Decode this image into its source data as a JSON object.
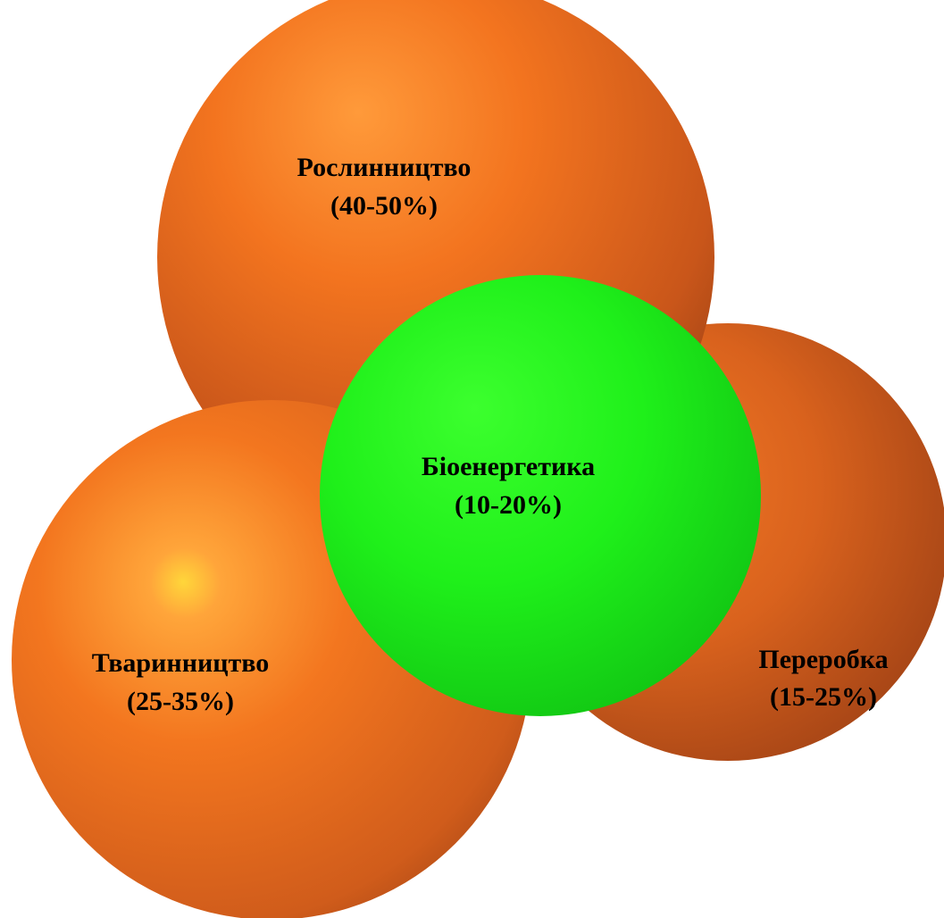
{
  "diagram": {
    "spheres": {
      "crop": {
        "name": "Рослинництво",
        "share": "(40-50%)",
        "color": "#f26d1f"
      },
      "processing": {
        "name": "Переробка",
        "share": "(15-25%)",
        "color": "#e8661c"
      },
      "livestock": {
        "name": "Тваринництво",
        "share": "(25-35%)",
        "color": "#f26d1f"
      },
      "bioenergy": {
        "name": "Біоенергетика",
        "share": "(10-20%)",
        "color": "#22f01a"
      }
    }
  }
}
